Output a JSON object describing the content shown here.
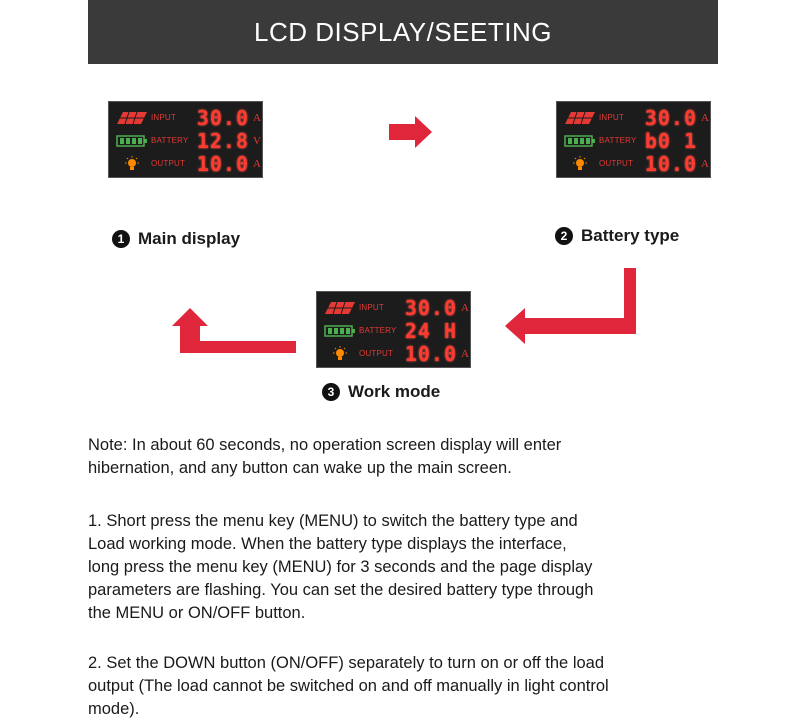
{
  "header": {
    "title": "LCD DISPLAY/SEETING"
  },
  "lcd_labels": {
    "input": "INPUT",
    "battery": "BATTERY",
    "output": "OUTPUT"
  },
  "screens": [
    {
      "caption": "Main display",
      "number": "1",
      "input_value": "30.0",
      "input_unit": "A",
      "battery_value": "12.8",
      "battery_unit": "V",
      "output_value": "10.0",
      "output_unit": "A"
    },
    {
      "caption": "Battery type",
      "number": "2",
      "input_value": "30.0",
      "input_unit": "A",
      "battery_value": "b0 1",
      "battery_unit": "",
      "output_value": "10.0",
      "output_unit": "A"
    },
    {
      "caption": "Work mode",
      "number": "3",
      "input_value": "30.0",
      "input_unit": "A",
      "battery_value": "24 H",
      "battery_unit": "",
      "output_value": "10.0",
      "output_unit": "A"
    }
  ],
  "colors": {
    "banner": "#3a3a3a",
    "arrow": "#e0263a",
    "lcd_bg": "#1c1c1c",
    "lcd_digit": "#ff3b30",
    "battery_icon": "#4caf50"
  },
  "note": {
    "lines": [
      "Note: In about 60 seconds, no operation screen display will enter",
      "hibernation, and any button can wake up the main screen."
    ]
  },
  "step1": {
    "lines": [
      "1. Short press the menu key (MENU) to switch the battery type and",
      "Load working mode. When the battery type displays the interface,",
      "long press the menu key (MENU) for 3 seconds and the page display",
      " parameters are flashing. You can set the desired battery type through",
      "the MENU or ON/OFF button."
    ]
  },
  "step2": {
    "lines": [
      "2. Set the DOWN button (ON/OFF) separately to turn on or off the load",
      " output (The load cannot be switched on and off manually in light control",
      "mode)."
    ]
  }
}
